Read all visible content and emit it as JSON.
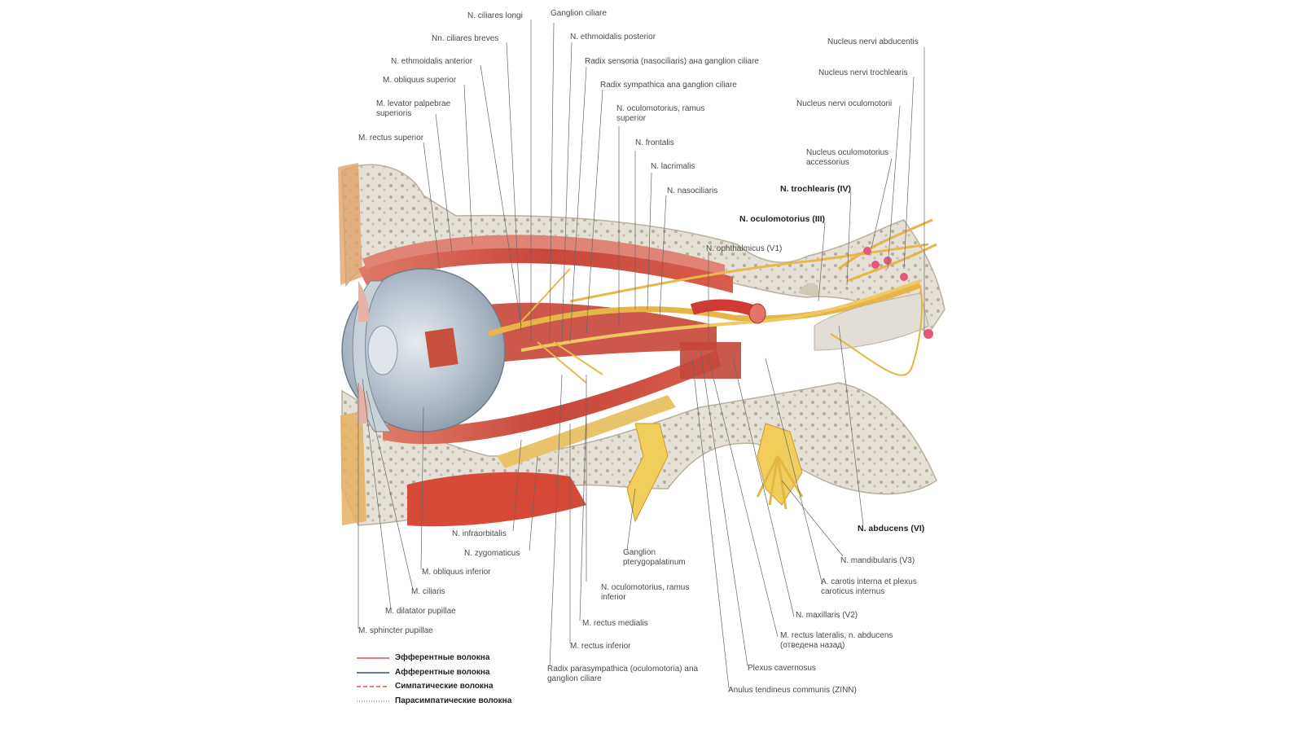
{
  "labels_top": {
    "ciliares_longi": "N. ciliares longi",
    "ganglion_ciliare": "Ganglion ciliare",
    "ciliares_breves": "Nn. ciliares breves",
    "ethmoidalis_posterior": "N. ethmoidalis posterior",
    "ethmoidalis_anterior": "N. ethmoidalis anterior",
    "radix_sensoria": "Radix sensoria (nasociliaris) ана ganglion ciliare",
    "obliquus_superior": "M. obliquus superior",
    "radix_sympathica": "Radix sympathica ana ganglion ciliare",
    "levator_palpebrae": "M. levator palpebrae superioris",
    "oculomotorius_superior": "N. oculomotorius, ramus superior",
    "rectus_superior": "M. rectus superior",
    "frontalis": "N. frontalis",
    "lacrimalis": "N. lacrimalis",
    "nasociliaris": "N. nasociliaris"
  },
  "labels_right": {
    "nucleus_abducentis": "Nucleus nervi abducentis",
    "nucleus_trochlearis": "Nucleus nervi trochlearis",
    "nucleus_oculomotorii": "Nucleus nervi oculomotorii",
    "nucleus_accessorius": "Nucleus oculomotorius accessorius",
    "trochlearis": "N. trochlearis (IV)",
    "oculomotorius": "N. oculomotorius (III)",
    "ophthalmicus": "N. ophthalmicus (V1)",
    "abducens": "N. abducens (VI)",
    "mandibularis": "N. mandibularis (V3)",
    "carotis": "A. carotis interna et plexus caroticus internus",
    "maxillaris": "N. maxillaris (V2)",
    "rectus_lateralis": "M. rectus lateralis, n. abducens (отведена назад)",
    "plexus_cavernosus": "Plexus cavernosus",
    "anulus": "Anulus tendineus communis (ZINN)"
  },
  "labels_bottom": {
    "infraorbitalis": "N. infraorbitalis",
    "zygomaticus": "N. zygomaticus",
    "ganglion_pterygo": "Ganglion pterygopalatinum",
    "obliquus_inferior": "M. obliquus inferior",
    "oculomotorius_inferior": "N. oculomotorius, ramus inferior",
    "ciliaris": "M. ciliaris",
    "dilatator": "M. dilatator pupillae",
    "rectus_medialis": "M. rectus medialis",
    "sphincter": "M. sphincter pupillae",
    "rectus_inferior": "M. rectus inferior",
    "radix_parasympathica": "Radix parasympathica (oculomotoria) ana ganglion ciliare"
  },
  "legend": [
    {
      "label": "Эфферентные волокна",
      "color": "#d9534f",
      "style": "solid"
    },
    {
      "label": "Афферентные волокна",
      "color": "#2a4f8a",
      "style": "solid"
    },
    {
      "label": "Симпатические волокна",
      "color": "#d9534f",
      "style": "dashed"
    },
    {
      "label": "Парасимпатические волокна",
      "color": "#999999",
      "style": "dotted"
    }
  ],
  "colors": {
    "muscle": "#c94a3a",
    "muscle_light": "#e58a76",
    "nerve": "#e8b84a",
    "bone": "#d8d3c8",
    "eyeball": "#b9c4cf",
    "leader": "#555555"
  }
}
